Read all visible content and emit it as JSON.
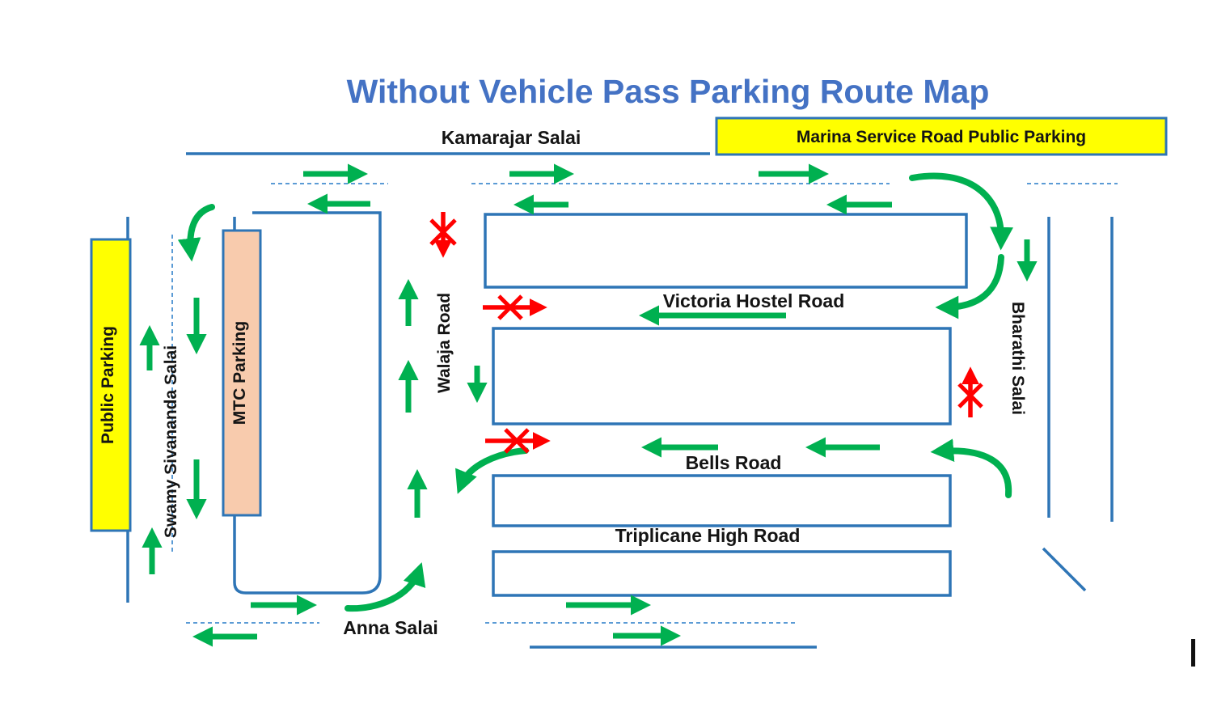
{
  "title": "Without Vehicle Pass Parking Route Map",
  "roads": {
    "kamarajar": "Kamarajar Salai",
    "marina": "Marina Service Road Public Parking",
    "public_parking": "Public Parking",
    "swamy": "Swamy Sivananda Salai",
    "mtc": "MTC Parking",
    "walaja": "Walaja Road",
    "victoria": "Victoria Hostel Road",
    "bharathi": "Bharathi Salai",
    "bells": "Bells Road",
    "triplicane": "Triplicane High Road",
    "anna": "Anna Salai"
  },
  "legend": {
    "allowed_direction_icon": "green-arrow",
    "no_entry_icon": "red-arrow-with-x"
  },
  "colors": {
    "title": "#4472C4",
    "road_line": "#2E75B6",
    "dashed_line": "#5B9BD5",
    "allowed": "#00B050",
    "no_entry": "#FF0000",
    "parking_fill": "#FFFF00",
    "mtc_fill": "#F8CBAD",
    "label": "#141414"
  }
}
